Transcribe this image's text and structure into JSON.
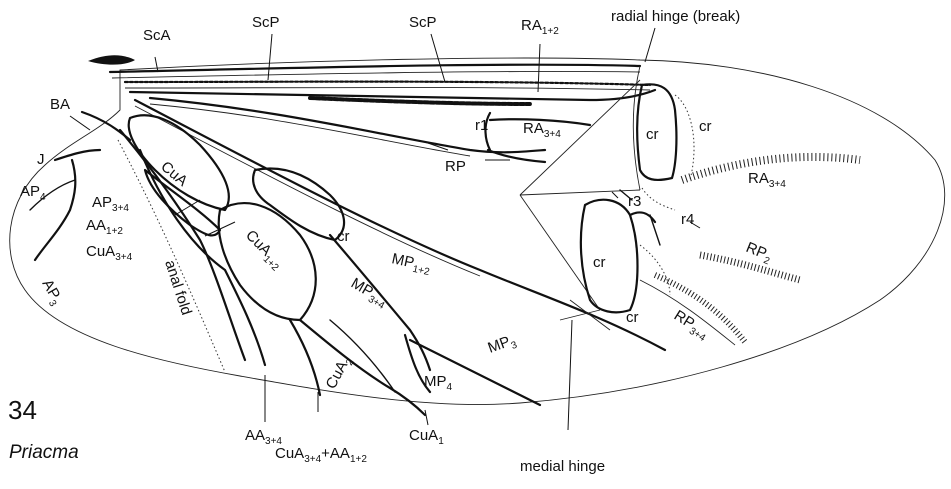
{
  "figure": {
    "number": "34",
    "genus": "Priacma"
  },
  "labels": {
    "ScA": {
      "main": "ScA",
      "sub": ""
    },
    "ScP_1": {
      "main": "ScP",
      "sub": ""
    },
    "ScP_2": {
      "main": "ScP",
      "sub": ""
    },
    "RA12": {
      "main": "RA",
      "sub": "1+2"
    },
    "radial_hinge": {
      "main": "radial hinge (break)",
      "sub": ""
    },
    "BA": {
      "main": "BA",
      "sub": ""
    },
    "J": {
      "main": "J",
      "sub": ""
    },
    "AP4": {
      "main": "AP",
      "sub": "4"
    },
    "AP34": {
      "main": "AP",
      "sub": "3+4"
    },
    "AA12": {
      "main": "AA",
      "sub": "1+2"
    },
    "CuA34": {
      "main": "CuA",
      "sub": "3+4"
    },
    "AP3": {
      "main": "AP",
      "sub": "3"
    },
    "CuA": {
      "main": "CuA",
      "sub": ""
    },
    "CuA12": {
      "main": "CuA",
      "sub": "1+2"
    },
    "anal_fold": {
      "main": "anal fold",
      "sub": ""
    },
    "r1": {
      "main": "r1",
      "sub": ""
    },
    "RA34_1": {
      "main": "RA",
      "sub": "3+4"
    },
    "RP_1": {
      "main": "RP",
      "sub": ""
    },
    "cr_1": {
      "main": "cr",
      "sub": ""
    },
    "cr_2": {
      "main": "cr",
      "sub": ""
    },
    "RA34_2": {
      "main": "RA",
      "sub": "3+4"
    },
    "r3": {
      "main": "r3",
      "sub": ""
    },
    "r4": {
      "main": "r4",
      "sub": ""
    },
    "cr_3": {
      "main": "cr",
      "sub": ""
    },
    "MP12": {
      "main": "MP",
      "sub": "1+2"
    },
    "MP34": {
      "main": "MP",
      "sub": "3+4"
    },
    "cr_4": {
      "main": "cr",
      "sub": ""
    },
    "cr_5": {
      "main": "cr",
      "sub": ""
    },
    "RP2": {
      "main": "RP",
      "sub": "2"
    },
    "RP34": {
      "main": "RP",
      "sub": "3+4"
    },
    "MP3": {
      "main": "MP",
      "sub": "3"
    },
    "MP4": {
      "main": "MP",
      "sub": "4"
    },
    "CuA2": {
      "main": "CuA",
      "sub": "2"
    },
    "AA34": {
      "main": "AA",
      "sub": "3+4"
    },
    "CuA34_AA12": {
      "main": "CuA",
      "sub": "3+4",
      "main2": "+AA",
      "sub2": "1+2"
    },
    "CuA1": {
      "main": "CuA",
      "sub": "1"
    },
    "medial_hinge": {
      "main": "medial hinge",
      "sub": ""
    }
  }
}
